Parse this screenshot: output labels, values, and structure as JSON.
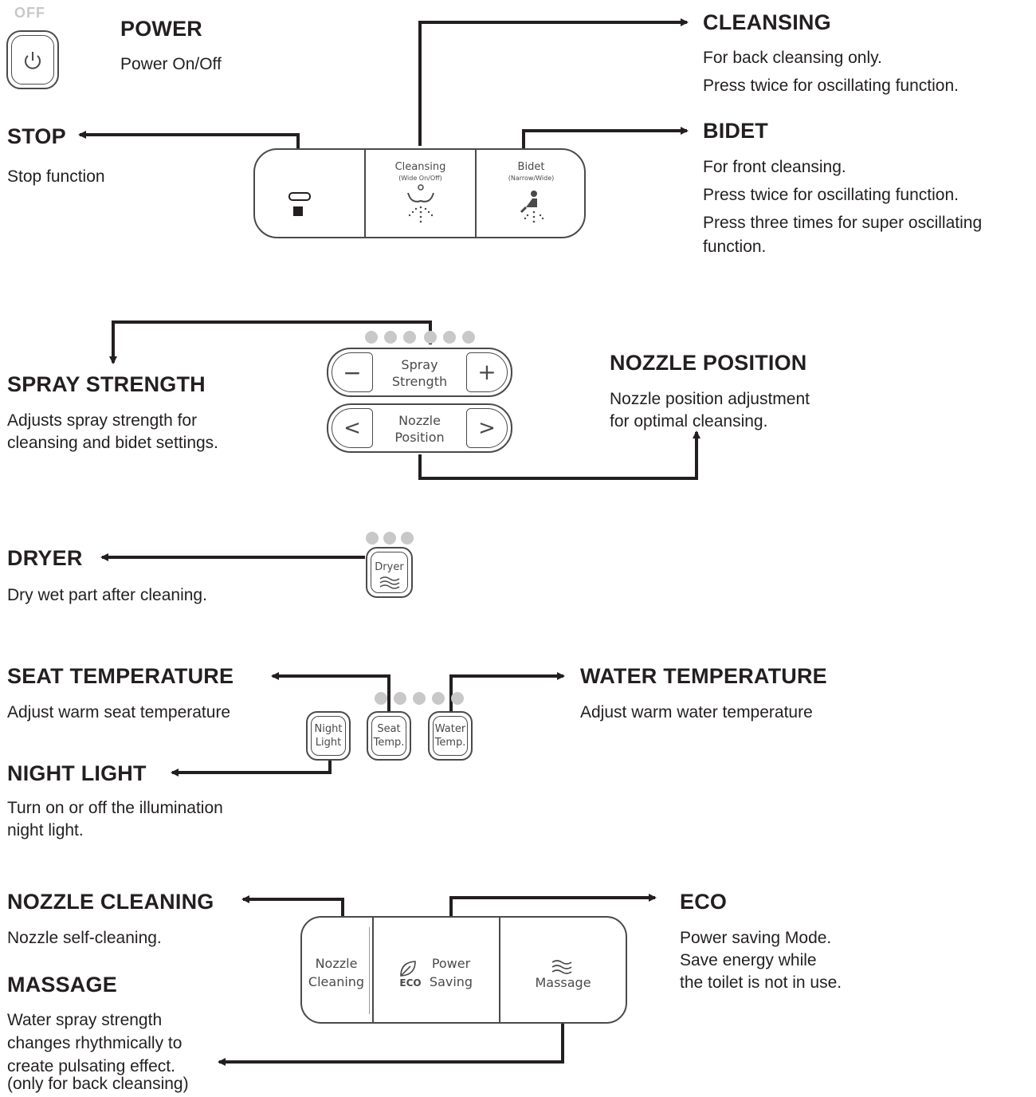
{
  "power": {
    "off_label": "OFF",
    "title": "POWER",
    "desc": "Power On/Off"
  },
  "stop": {
    "title": "STOP",
    "desc": "Stop function"
  },
  "cleansing": {
    "title": "CLEANSING",
    "desc1": "For back cleansing only.",
    "desc2": "Press twice for oscillating function.",
    "button_label": "Cleansing",
    "button_sub": "(Wide On/Off)"
  },
  "bidet": {
    "title": "BIDET",
    "desc1": "For front cleansing.",
    "desc2": "Press twice for oscillating function.",
    "desc3": "Press three times for super oscillating",
    "desc4": "function.",
    "button_label": "Bidet",
    "button_sub": "(Narrow/Wide)"
  },
  "spray": {
    "title": "SPRAY STRENGTH",
    "desc1": "Adjusts spray strength for",
    "desc2": "cleansing and bidet settings.",
    "button_line1": "Spray",
    "button_line2": "Strength",
    "minus": "−",
    "plus": "+"
  },
  "nozzle_position": {
    "title": "NOZZLE POSITION",
    "desc1": "Nozzle position adjustment",
    "desc2": "for optimal cleansing.",
    "button_line1": "Nozzle",
    "button_line2": "Position",
    "left": "<",
    "right": ">"
  },
  "dryer": {
    "title": "DRYER",
    "desc": "Dry wet part after cleaning.",
    "button_label": "Dryer"
  },
  "seat_temp": {
    "title": "SEAT TEMPERATURE",
    "desc": "Adjust warm seat temperature",
    "button_line1": "Seat",
    "button_line2": "Temp."
  },
  "water_temp": {
    "title": "WATER TEMPERATURE",
    "desc": "Adjust warm water temperature",
    "button_line1": "Water",
    "button_line2": "Temp."
  },
  "night_light": {
    "title": "NIGHT LIGHT",
    "desc1": "Turn on or off the illumination",
    "desc2": "night light.",
    "button_line1": "Night",
    "button_line2": "Light"
  },
  "nozzle_cleaning": {
    "title": "NOZZLE CLEANING",
    "desc": "Nozzle self-cleaning.",
    "button_line1": "Nozzle",
    "button_line2": "Cleaning"
  },
  "massage": {
    "title": "MASSAGE",
    "desc1": "Water spray strength",
    "desc2": "changes rhythmically to",
    "desc3": "create pulsating effect.",
    "desc4": "(only for back cleansing)",
    "button_label": "Massage"
  },
  "eco": {
    "title": "ECO",
    "desc1": "Power saving Mode.",
    "desc2": "Save energy while",
    "desc3": "the toilet is not in use.",
    "button_line1": "Power",
    "button_line2": "Saving",
    "eco_tag": "ECO"
  },
  "colors": {
    "line": "#231f20",
    "panel": "#4a4a4a",
    "dot": "#c8c8c8"
  }
}
